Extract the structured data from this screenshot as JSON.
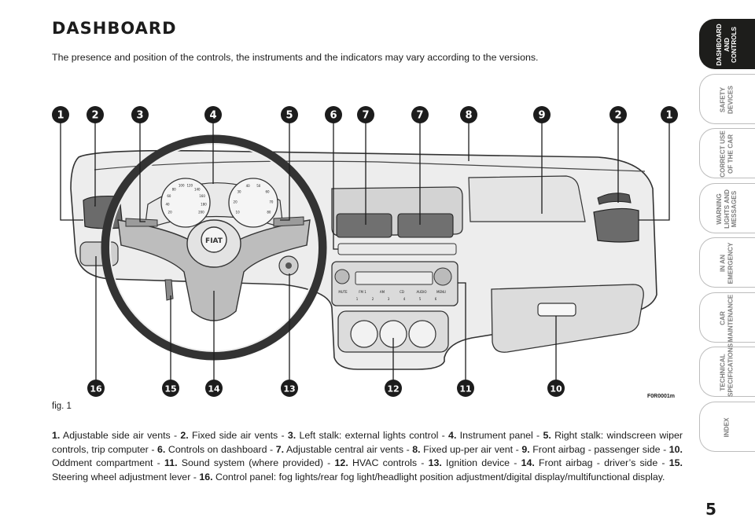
{
  "title": "DASHBOARD",
  "intro": "The presence and position of the controls, the instruments and the indicators may vary according to the versions.",
  "figure": {
    "label": "fig. 1",
    "code": "F0R0001m",
    "callouts": [
      "1",
      "2",
      "3",
      "4",
      "5",
      "6",
      "7",
      "7",
      "8",
      "9",
      "2",
      "1",
      "16",
      "15",
      "14",
      "13",
      "12",
      "11",
      "10"
    ],
    "radio_buttons": [
      "MUTE",
      "FM 1",
      "AM",
      "CD",
      "AUDIO",
      "MENU"
    ],
    "radio_presets": [
      "1",
      "2",
      "3",
      "4",
      "5",
      "6"
    ],
    "speedo_ticks": [
      "20",
      "40",
      "60",
      "80",
      "100",
      "120",
      "140",
      "160",
      "180",
      "200"
    ],
    "rev_ticks": [
      "10",
      "20",
      "30",
      "40",
      "50",
      "60",
      "70",
      "80"
    ],
    "logo": "FIAT"
  },
  "caption": [
    {
      "num": "1.",
      "text": " Adjustable side air vents - "
    },
    {
      "num": "2.",
      "text": " Fixed side air vents - "
    },
    {
      "num": "3.",
      "text": " Left stalk: external lights control - "
    },
    {
      "num": "4.",
      "text": " Instrument panel - "
    },
    {
      "num": "5.",
      "text": " Right stalk: windscreen wiper controls, trip computer - "
    },
    {
      "num": "6.",
      "text": " Controls on dashboard - "
    },
    {
      "num": "7.",
      "text": " Adjustable central air vents - "
    },
    {
      "num": "8.",
      "text": " Fixed up-per air vent - "
    },
    {
      "num": "9.",
      "text": " Front airbag - passenger side - "
    },
    {
      "num": "10.",
      "text": " Oddment compartment - "
    },
    {
      "num": "11.",
      "text": " Sound system (where provided) - "
    },
    {
      "num": "12.",
      "text": " HVAC controls - "
    },
    {
      "num": "13.",
      "text": " Ignition device - "
    },
    {
      "num": "14.",
      "text": " Front airbag - driver’s side - "
    },
    {
      "num": "15.",
      "text": " Steering wheel adjustment lever - "
    },
    {
      "num": "16.",
      "text": " Control panel: fog lights/rear fog light/headlight position adjustment/digital display/multifunctional display."
    }
  ],
  "side_tabs": [
    {
      "label": "DASHBOARD\nAND CONTROLS",
      "active": true
    },
    {
      "label": "SAFETY\nDEVICES",
      "active": false
    },
    {
      "label": "CORRECT USE\nOF THE CAR",
      "active": false
    },
    {
      "label": "WARNING\nLIGHTS AND\nMESSAGES",
      "active": false
    },
    {
      "label": "IN AN\nEMERGENCY",
      "active": false
    },
    {
      "label": "CAR\nMAINTENANCE",
      "active": false
    },
    {
      "label": "TECHNICAL\nSPECIFICATIONS",
      "active": false
    },
    {
      "label": "INDEX",
      "active": false
    }
  ],
  "page_number": "5",
  "colors": {
    "ink": "#1c1c1c",
    "tab_active": "#1d1d1b",
    "tab_text": "#7d7d7d",
    "panel_gray": "#d9d9d9"
  }
}
